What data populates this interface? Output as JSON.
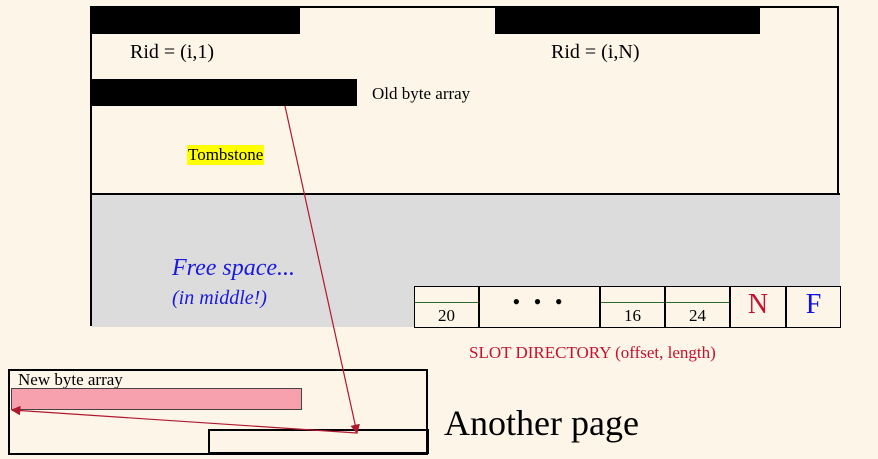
{
  "page": {
    "rid_first": "Rid = (i,1)",
    "rid_last": "Rid = (i,N)",
    "old_byte_array": "Old byte array",
    "tombstone": "Tombstone",
    "free_space_line1": "Free space...",
    "free_space_line2": "(in middle!)"
  },
  "slot_directory": {
    "slots": [
      "20",
      "• • •",
      "16",
      "24"
    ],
    "n_label": "N",
    "f_label": "F",
    "caption": "SLOT DIRECTORY (offset, length)"
  },
  "another_page": {
    "new_byte_array": "New byte array",
    "title": "Another page"
  },
  "colors": {
    "background": "#fdf5e8",
    "free_space": "#dcdcdc",
    "tombstone_highlight": "#ffff00",
    "pink_array": "#f7a1ae",
    "arrow": "#b0182e",
    "caption_red": "#c8102e",
    "free_text_blue": "#1a1adc",
    "f_blue": "#1010e0"
  }
}
